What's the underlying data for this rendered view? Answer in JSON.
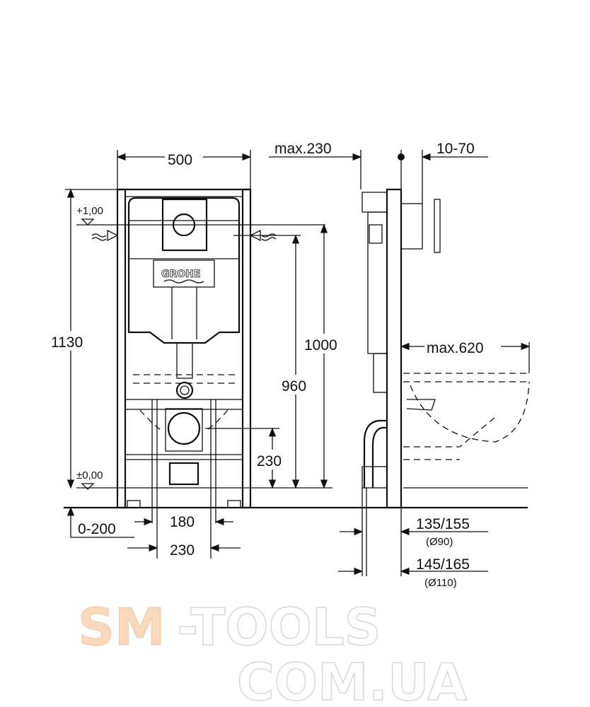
{
  "brand_logo": "GROHE",
  "dimensions": {
    "width_500": "500",
    "max_230": "max.230",
    "range_10_70": "10-70",
    "height_1130": "1130",
    "level_plus_1": "+1,00",
    "level_zero": "±0,00",
    "height_1000": "1000",
    "height_960": "960",
    "height_230": "230",
    "max_620": "max.620",
    "range_0_200": "0-200",
    "width_180": "180",
    "width_230": "230",
    "pipe_135_155": "135/155",
    "pipe_d90": "(Ø90)",
    "pipe_145_165": "145/165",
    "pipe_d110": "(Ø110)"
  },
  "watermark": {
    "line1_a": "SM",
    "line1_b": "-TOOLS",
    "line2": "COM.UA"
  },
  "colors": {
    "watermark_accent": "#f9d9bd",
    "watermark_outline": "#d8d8d8",
    "ink": "#111111"
  }
}
